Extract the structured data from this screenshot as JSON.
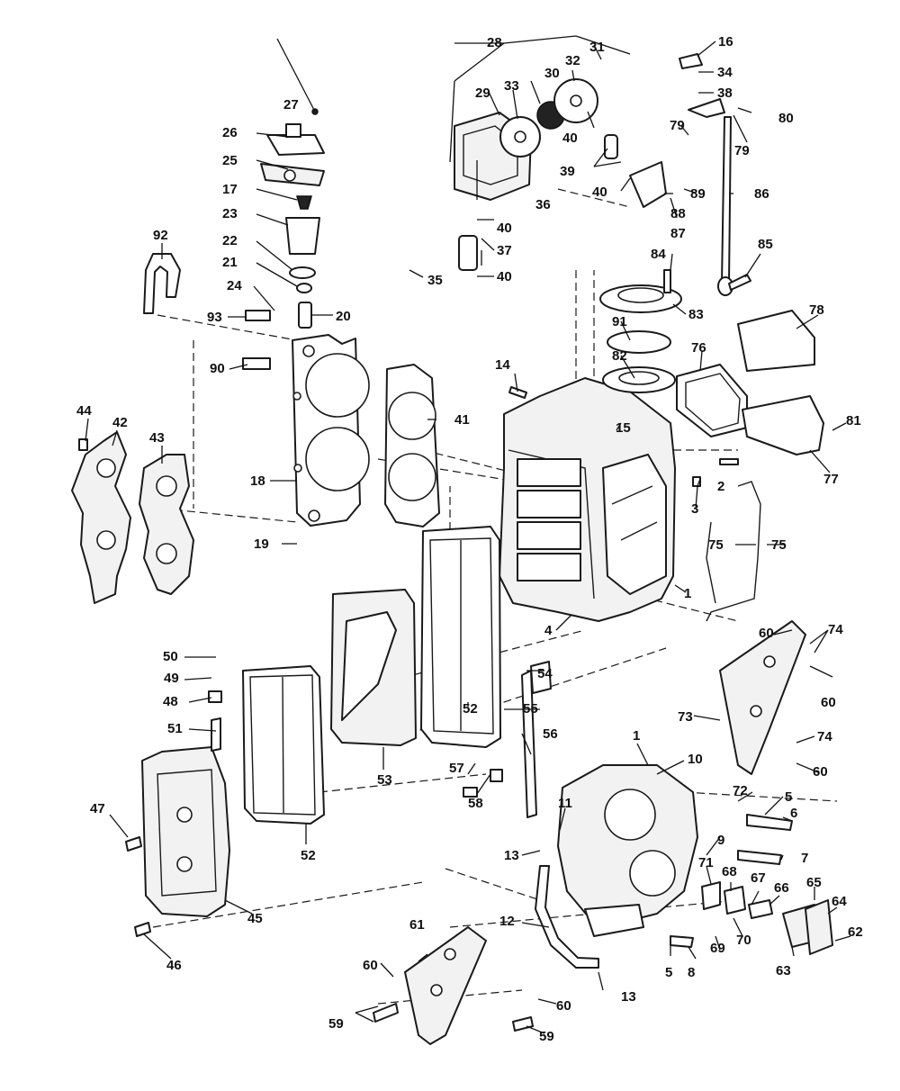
{
  "callouts": [
    {
      "n": "1"
    },
    {
      "n": "1"
    },
    {
      "n": "2"
    },
    {
      "n": "3"
    },
    {
      "n": "4"
    },
    {
      "n": "5"
    },
    {
      "n": "5"
    },
    {
      "n": "6"
    },
    {
      "n": "7"
    },
    {
      "n": "8"
    },
    {
      "n": "9"
    },
    {
      "n": "10"
    },
    {
      "n": "11"
    },
    {
      "n": "12"
    },
    {
      "n": "13"
    },
    {
      "n": "13"
    },
    {
      "n": "14"
    },
    {
      "n": "15"
    },
    {
      "n": "16"
    },
    {
      "n": "17"
    },
    {
      "n": "18"
    },
    {
      "n": "19"
    },
    {
      "n": "20"
    },
    {
      "n": "21"
    },
    {
      "n": "22"
    },
    {
      "n": "23"
    },
    {
      "n": "24"
    },
    {
      "n": "25"
    },
    {
      "n": "26"
    },
    {
      "n": "27"
    },
    {
      "n": "28"
    },
    {
      "n": "29"
    },
    {
      "n": "30"
    },
    {
      "n": "31"
    },
    {
      "n": "32"
    },
    {
      "n": "33"
    },
    {
      "n": "34"
    },
    {
      "n": "35"
    },
    {
      "n": "36"
    },
    {
      "n": "37"
    },
    {
      "n": "38"
    },
    {
      "n": "39"
    },
    {
      "n": "40"
    },
    {
      "n": "40"
    },
    {
      "n": "40"
    },
    {
      "n": "40"
    },
    {
      "n": "41"
    },
    {
      "n": "42"
    },
    {
      "n": "43"
    },
    {
      "n": "44"
    },
    {
      "n": "45"
    },
    {
      "n": "46"
    },
    {
      "n": "47"
    },
    {
      "n": "48"
    },
    {
      "n": "49"
    },
    {
      "n": "50"
    },
    {
      "n": "51"
    },
    {
      "n": "52"
    },
    {
      "n": "52"
    },
    {
      "n": "53"
    },
    {
      "n": "54"
    },
    {
      "n": "55"
    },
    {
      "n": "56"
    },
    {
      "n": "57"
    },
    {
      "n": "58"
    },
    {
      "n": "59"
    },
    {
      "n": "59"
    },
    {
      "n": "60"
    },
    {
      "n": "60"
    },
    {
      "n": "60"
    },
    {
      "n": "60"
    },
    {
      "n": "60"
    },
    {
      "n": "61"
    },
    {
      "n": "62"
    },
    {
      "n": "63"
    },
    {
      "n": "64"
    },
    {
      "n": "65"
    },
    {
      "n": "66"
    },
    {
      "n": "67"
    },
    {
      "n": "68"
    },
    {
      "n": "69"
    },
    {
      "n": "70"
    },
    {
      "n": "71"
    },
    {
      "n": "72"
    },
    {
      "n": "73"
    },
    {
      "n": "74"
    },
    {
      "n": "74"
    },
    {
      "n": "75"
    },
    {
      "n": "75"
    },
    {
      "n": "76"
    },
    {
      "n": "77"
    },
    {
      "n": "78"
    },
    {
      "n": "79"
    },
    {
      "n": "79"
    },
    {
      "n": "80"
    },
    {
      "n": "81"
    },
    {
      "n": "82"
    },
    {
      "n": "83"
    },
    {
      "n": "84"
    },
    {
      "n": "85"
    },
    {
      "n": "86"
    },
    {
      "n": "87"
    },
    {
      "n": "88"
    },
    {
      "n": "89"
    },
    {
      "n": "90"
    },
    {
      "n": "91"
    },
    {
      "n": "92"
    },
    {
      "n": "93"
    }
  ]
}
